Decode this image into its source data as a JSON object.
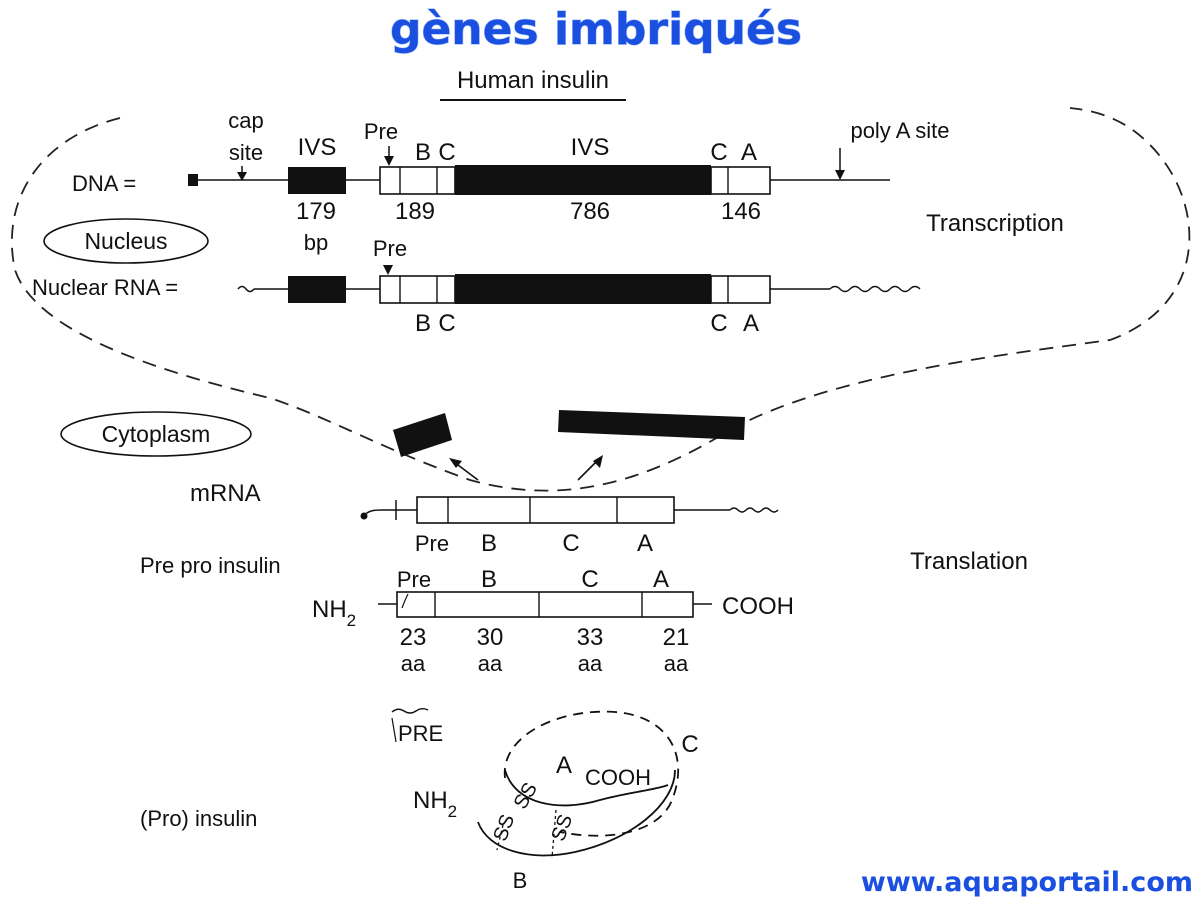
{
  "title": "gènes imbriqués",
  "website": "www.aquaportail.com",
  "heading": "Human insulin",
  "colors": {
    "title": "#1a4fe0",
    "ink": "#111111"
  },
  "labels": {
    "cap": "cap",
    "site": "site",
    "ivs": "IVS",
    "pre": "Pre",
    "b": "B",
    "c": "C",
    "a": "A",
    "poly_a_site": "poly A site",
    "dna": "DNA =",
    "nucleus": "Nucleus",
    "bp": "bp",
    "nuclear_rna": "Nuclear RNA =",
    "transcription": "Transcription",
    "cytoplasm": "Cytoplasm",
    "mrna": "mRNA",
    "pre_pro_insulin": "Pre pro insulin",
    "translation": "Translation",
    "nh2": "NH",
    "sub2": "2",
    "cooh": "COOH",
    "aa": "aa",
    "pre_upper": "PRE",
    "pro_insulin": "(Pro) insulin",
    "ss": "SS"
  },
  "dna_lengths": {
    "ivs1": "179",
    "exon2": "189",
    "ivs2": "786",
    "exon3": "146"
  },
  "aa_counts": {
    "pre": "23",
    "b": "30",
    "c": "33",
    "a": "21"
  }
}
